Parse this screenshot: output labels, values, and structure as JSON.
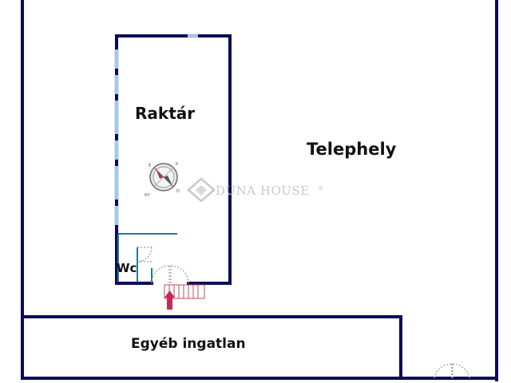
{
  "labels": {
    "storage": "Raktár",
    "site": "Telephely",
    "wc": "Wc",
    "other_property": "Egyéb ingatlan"
  },
  "watermark": {
    "brand": "DUNA HOUSE",
    "registered": "®"
  },
  "compass": {
    "directions": [
      "É",
      "K",
      "D",
      "NY"
    ]
  },
  "colors": {
    "wall": "#0b0b5a",
    "window": "#a9c7e0",
    "door": "#9a9a9a",
    "fixture": "#1e7a9e",
    "stairs": "#c9485b",
    "entry_arrow": "#c42a5a",
    "watermark": "#c9c9c9"
  }
}
